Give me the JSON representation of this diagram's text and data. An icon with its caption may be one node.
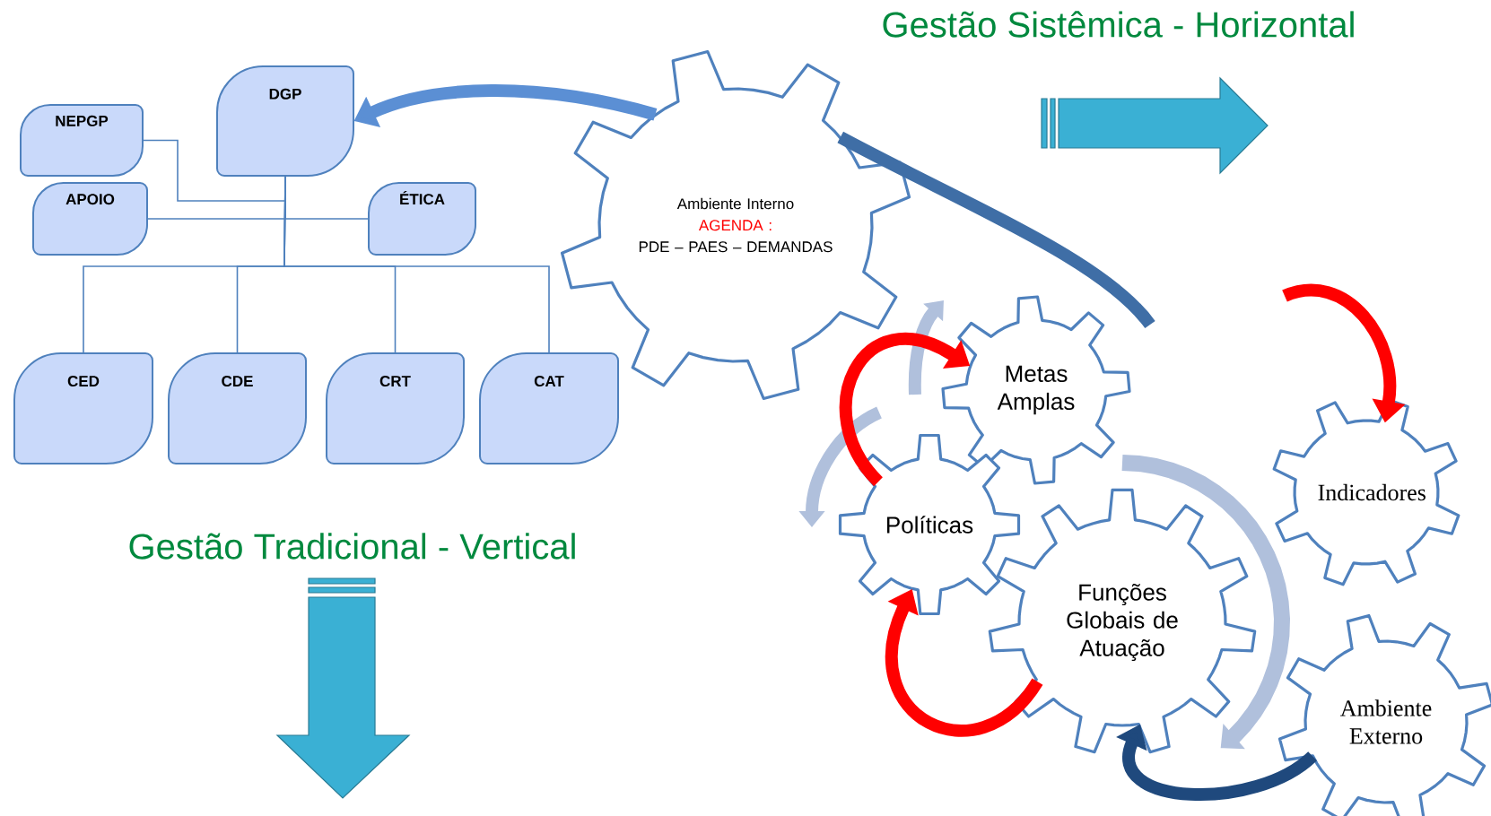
{
  "diagram": {
    "nodes": [
      {
        "text": [
          "DGP"
        ]
      },
      {
        "text": [
          "NEPGP"
        ]
      },
      {
        "text": [
          "APOIO"
        ]
      },
      {
        "text": [
          "ÉTICA"
        ]
      },
      {
        "text": [
          "CED"
        ]
      },
      {
        "text": [
          "CDE"
        ]
      },
      {
        "text": [
          "CRT"
        ]
      },
      {
        "text": [
          "CAT"
        ]
      },
      {
        "text": [
          "Ambiente Interno",
          "AGENDA :",
          "PDE – PAES – DEMANDAS"
        ]
      },
      {
        "text": [
          "Metas Amplas"
        ]
      },
      {
        "text": [
          "Políticas"
        ]
      },
      {
        "text": [
          "Funções Globais de Atuação"
        ]
      },
      {
        "text": [
          "Indicadores"
        ]
      },
      {
        "text": [
          "Ambiente Externo"
        ]
      }
    ],
    "edges": [
      {
        "from": 0,
        "to": 1,
        "arrow": "none"
      },
      {
        "from": 0,
        "to": 2,
        "arrow": "none"
      },
      {
        "from": 0,
        "to": 3,
        "arrow": "none"
      },
      {
        "from": 0,
        "to": 4,
        "arrow": "none"
      },
      {
        "from": 0,
        "to": 5,
        "arrow": "none"
      },
      {
        "from": 0,
        "to": 6,
        "arrow": "none"
      },
      {
        "from": 0,
        "to": 7,
        "arrow": "none"
      },
      {
        "from": 8,
        "to": 0,
        "arrow": "to",
        "style": "thick",
        "color": "#5b8fd4"
      },
      {
        "from": 8,
        "to": null,
        "arrow": "none",
        "style": "thick",
        "color": "#3f6ea6"
      },
      {
        "from": 10,
        "to": 9,
        "arrow": "to",
        "style": "thick",
        "color": "#ff0000"
      },
      {
        "from": 11,
        "to": 10,
        "arrow": "to",
        "style": "thick",
        "color": "#ff0000"
      },
      {
        "from": null,
        "to": 12,
        "arrow": "to",
        "style": "thick",
        "color": "#ff0000"
      },
      {
        "from": 13,
        "to": 11,
        "arrow": "to",
        "style": "thick",
        "color": "#1f497d"
      }
    ],
    "labels": [
      "Gestão Sistêmica - Horizontal",
      "Gestão Tradicional - Vertical"
    ]
  }
}
